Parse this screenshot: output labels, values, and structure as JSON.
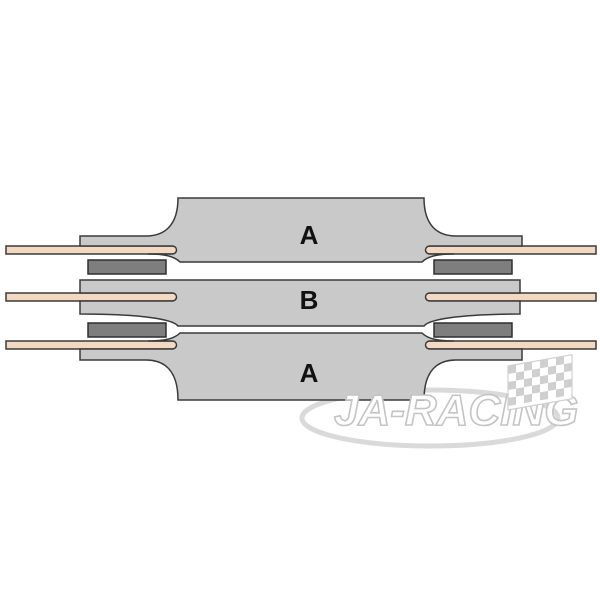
{
  "diagram": {
    "labels": {
      "top": "A",
      "middle": "B",
      "bottom": "A"
    },
    "colors": {
      "plate": "#c9c9c9",
      "pad": "#7e7e7e",
      "wire": "#f3d9c2",
      "outline": "#3a3a3a"
    }
  },
  "watermark": {
    "text": "JA-RACING",
    "icon": "checkered-flag-icon"
  }
}
